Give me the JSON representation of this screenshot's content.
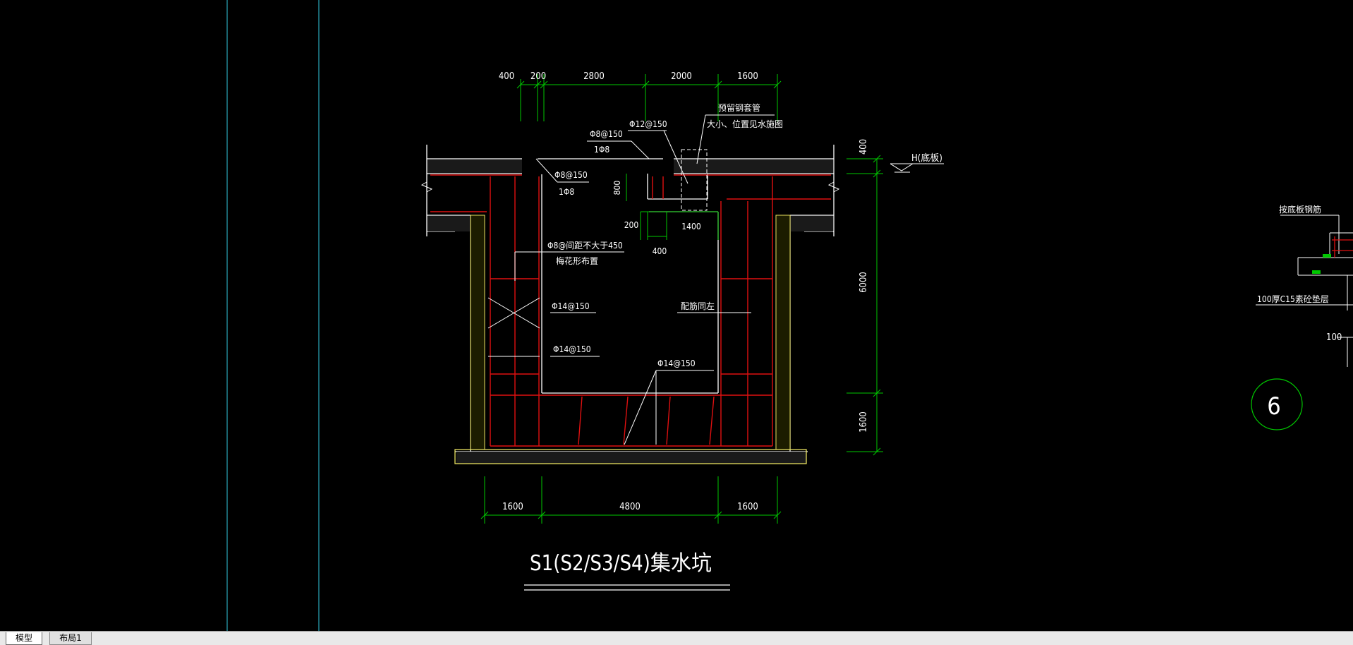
{
  "tabs": [
    {
      "label": "模型",
      "active": true
    },
    {
      "label": "布局1",
      "active": false
    }
  ],
  "colors": {
    "background": "#000000",
    "dimension_green": "#00c800",
    "rebar_red": "#e01010",
    "outline_white": "#ffffff",
    "concrete_yellow": "#e8e060",
    "guide_cyan": "#2aa6b8",
    "tabbar": "#e9e9e9"
  },
  "drawing": {
    "top_dims": [
      "400",
      "200",
      "2800",
      "2000",
      "1600"
    ],
    "bottom_dims": [
      "1600",
      "4800",
      "1600"
    ],
    "right_dims": [
      "400",
      "6000",
      "1600"
    ],
    "inner_dims": {
      "d800": "800",
      "d200": "200",
      "d1400": "1400",
      "d400": "400"
    },
    "annotations": {
      "embedded_pipe_1": "预留钢套管",
      "embedded_pipe_2": "大小、位置见水施图",
      "rebar_phi12": "Φ12@150",
      "rebar_phi8_top": "Φ8@150",
      "rebar_1phi8_top": "1Φ8",
      "rebar_phi8_mid": "Φ8@150",
      "rebar_1phi8_mid": "1Φ8",
      "rebar_tie_1": "Φ8@间距不大于450",
      "rebar_tie_2": "梅花形布置",
      "rebar_phi14_a": "Φ14@150",
      "rebar_phi14_b": "Φ14@150",
      "rebar_phi14_c": "Φ14@150",
      "rebar_same": "配筋同左",
      "level_mark": "H(底板)"
    },
    "title": "S1(S2/S3/S4)集水坑",
    "side_labels": {
      "sump_rebar": "按底板钢筋",
      "cushion": "100厚C15素砼垫层",
      "dim_100": "100",
      "detail_number": "6"
    }
  }
}
